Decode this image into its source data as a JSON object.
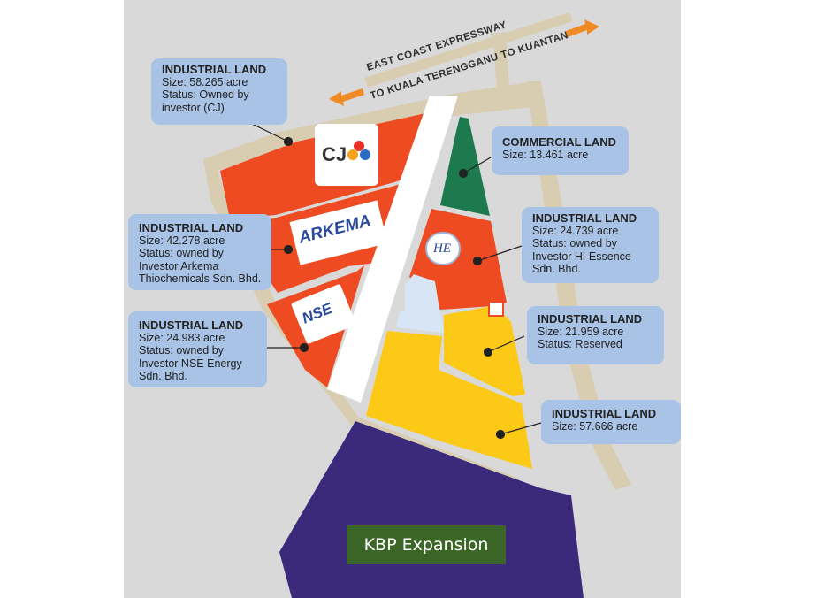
{
  "roads": {
    "expressway": "EAST COAST EXPRESSWAY",
    "to_kuala_terengganu": "TO KUALA TERENGGANU",
    "to_kuantan": "TO KUANTAN"
  },
  "lots": [
    {
      "title": "INDUSTRIAL LAND",
      "lines": [
        "Size: 58.265 acre",
        "Status: Owned by",
        "investor (CJ)"
      ]
    },
    {
      "title": "COMMERCIAL LAND",
      "lines": [
        "Size: 13.461 acre"
      ]
    },
    {
      "title": "INDUSTRIAL LAND",
      "lines": [
        "Size: 42.278 acre",
        "Status: owned by",
        "Investor Arkema",
        "Thiochemicals Sdn. Bhd."
      ]
    },
    {
      "title": "INDUSTRIAL LAND",
      "lines": [
        "Size: 24.739 acre",
        "Status: owned by",
        "Investor Hi-Essence",
        "Sdn. Bhd."
      ]
    },
    {
      "title": "INDUSTRIAL LAND",
      "lines": [
        "Size: 21.959 acre",
        "Status: Reserved"
      ]
    },
    {
      "title": "INDUSTRIAL LAND",
      "lines": [
        "Size: 24.983 acre",
        "Status: owned by",
        "Investor NSE Energy",
        "Sdn. Bhd."
      ]
    },
    {
      "title": "INDUSTRIAL LAND",
      "lines": [
        "Size: 57.666 acre"
      ]
    }
  ],
  "logos": {
    "cj": "CJ",
    "arkema": "ARKEMA",
    "hi_essence": "HE",
    "nse": "NSE"
  },
  "expansion_label": "KBP Expansion",
  "colors": {
    "background": "#d9d9d9",
    "road": "#d8cdb1",
    "industrial_owned": "#ee4b22",
    "industrial_reserved": "#fcc916",
    "commercial": "#1d7a4e",
    "expansion": "#3b2a7c",
    "callout": "#a8c3e6",
    "arrow": "#f08a24",
    "label_bg": "#3c6627"
  }
}
